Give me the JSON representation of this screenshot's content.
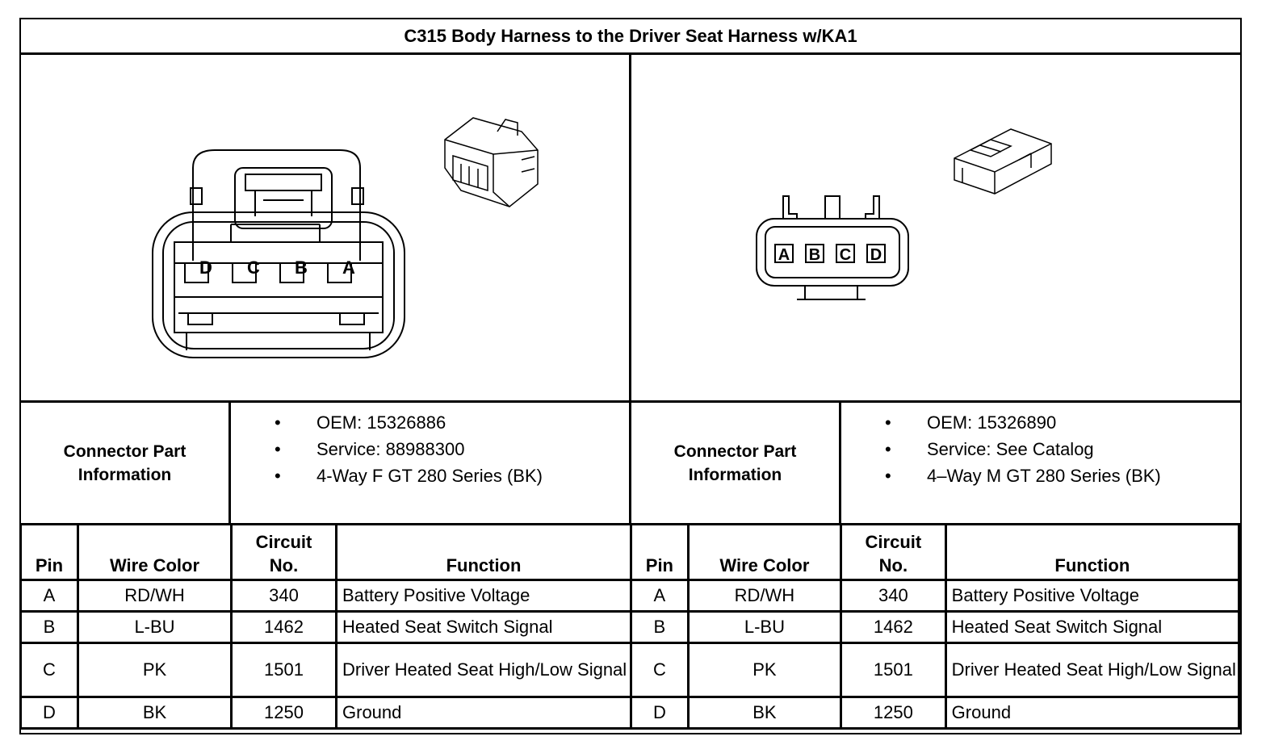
{
  "title": "C315 Body Harness to the Driver Seat Harness w/KA1",
  "left": {
    "connector_pins": [
      "D",
      "C",
      "B",
      "A"
    ],
    "info_label": "Connector Part\nInformation",
    "info_items": [
      "OEM: 15326886",
      "Service: 88988300",
      "4-Way F GT 280 Series (BK)"
    ],
    "headers": {
      "pin": "Pin",
      "wire_color": "Wire Color",
      "circuit": "Circuit\nNo.",
      "function": "Function"
    },
    "rows": [
      {
        "pin": "A",
        "wire_color": "RD/WH",
        "circuit": "340",
        "function": "Battery Positive Voltage"
      },
      {
        "pin": "B",
        "wire_color": "L-BU",
        "circuit": "1462",
        "function": "Heated Seat Switch Signal"
      },
      {
        "pin": "C",
        "wire_color": "PK",
        "circuit": "1501",
        "function": "Driver Heated Seat High/Low Signal"
      },
      {
        "pin": "D",
        "wire_color": "BK",
        "circuit": "1250",
        "function": "Ground"
      }
    ]
  },
  "right": {
    "connector_pins": [
      "A",
      "B",
      "C",
      "D"
    ],
    "info_label": "Connector Part\nInformation",
    "info_items": [
      "OEM: 15326890",
      "Service: See Catalog",
      "4–Way M GT 280 Series (BK)"
    ],
    "headers": {
      "pin": "Pin",
      "wire_color": "Wire Color",
      "circuit": "Circuit\nNo.",
      "function": "Function"
    },
    "rows": [
      {
        "pin": "A",
        "wire_color": "RD/WH",
        "circuit": "340",
        "function": "Battery Positive Voltage"
      },
      {
        "pin": "B",
        "wire_color": "L-BU",
        "circuit": "1462",
        "function": "Heated Seat Switch Signal"
      },
      {
        "pin": "C",
        "wire_color": "PK",
        "circuit": "1501",
        "function": "Driver Heated Seat High/Low Signal"
      },
      {
        "pin": "D",
        "wire_color": "BK",
        "circuit": "1250",
        "function": "Ground"
      }
    ]
  }
}
